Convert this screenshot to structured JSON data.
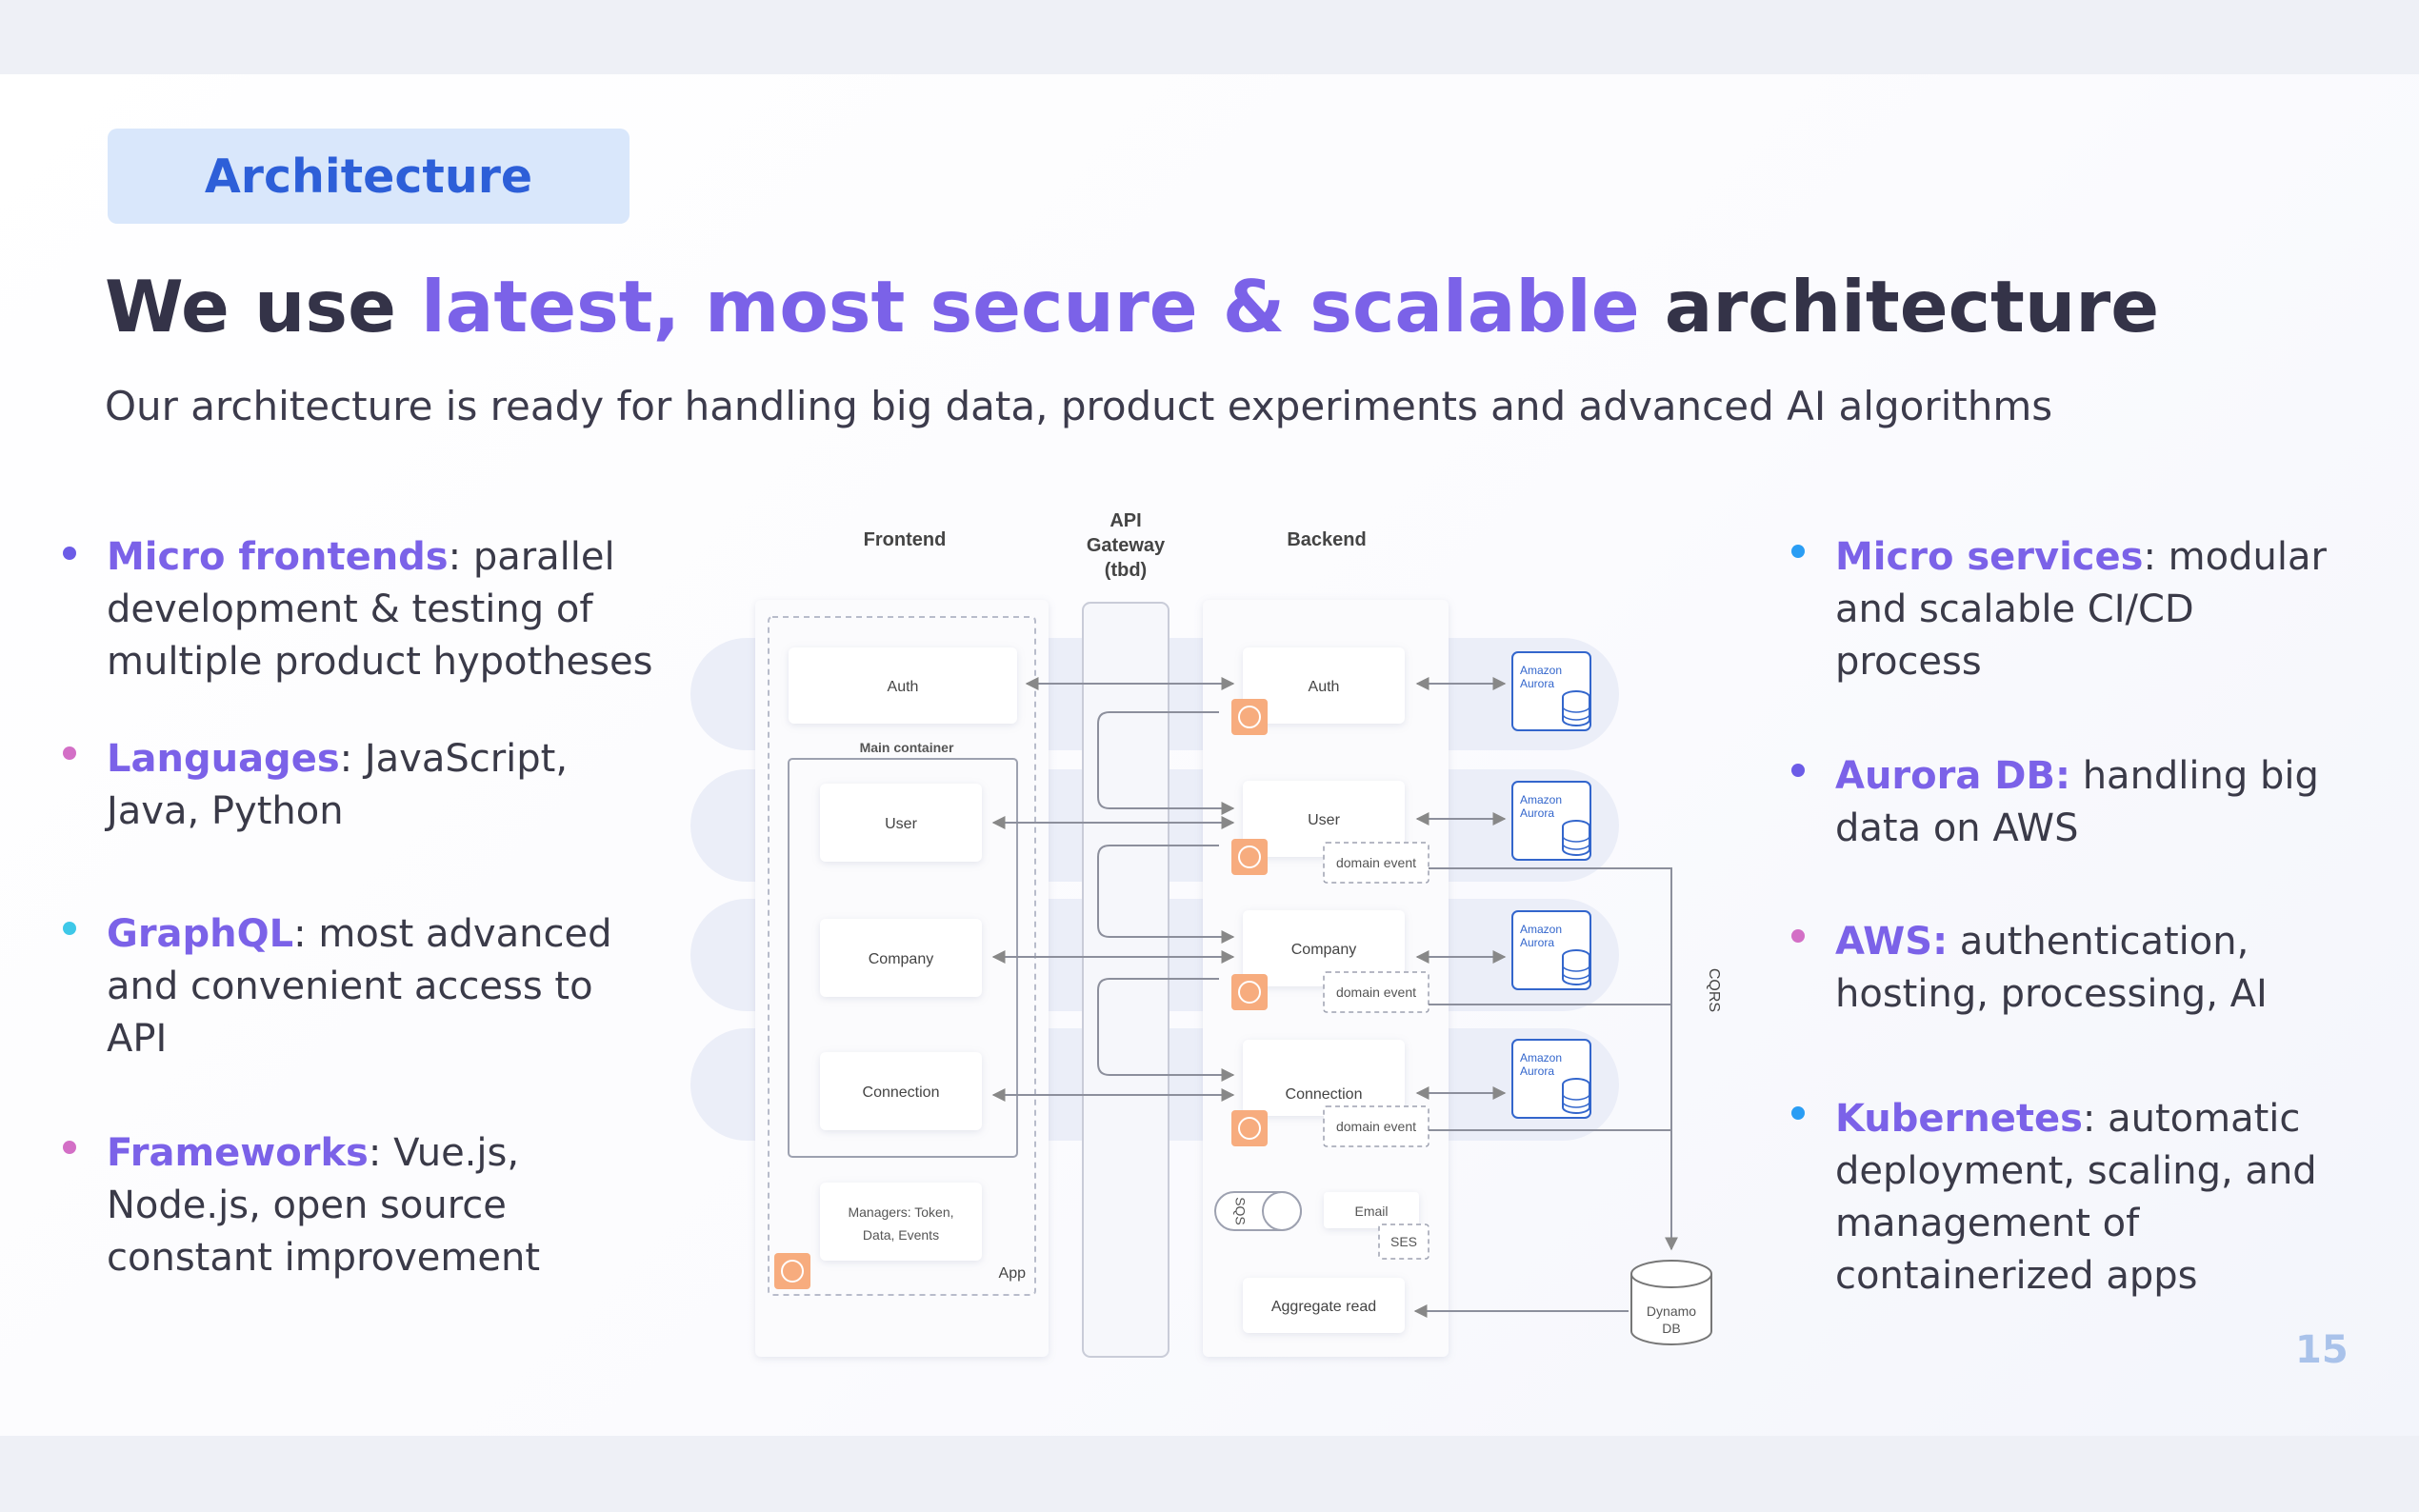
{
  "tag": "Architecture",
  "title": {
    "part1": "We use ",
    "highlight": "latest, most secure & scalable",
    "part2": " architecture"
  },
  "subtitle": "Our architecture is ready for handling big data, product experiments and advanced AI algorithms",
  "left_bullets": [
    {
      "keyword": "Micro frontends",
      "text": ": parallel development & testing of multiple product hypotheses",
      "dot_color": "#6c5ce7"
    },
    {
      "keyword": "Languages",
      "text": ": JavaScript, Java, Python",
      "dot_color": "#d36fc6"
    },
    {
      "keyword": "GraphQL",
      "text": ": most advanced and convenient access to API",
      "dot_color": "#3ec8e8"
    },
    {
      "keyword": "Frameworks",
      "text": ": Vue.js, Node.js, open source constant improvement",
      "dot_color": "#d36fc6"
    }
  ],
  "right_bullets": [
    {
      "keyword": "Micro services",
      "text": ": modular and scalable CI/CD process",
      "dot_color": "#2a9df4"
    },
    {
      "keyword": "Aurora DB:",
      "text": " handling big data on AWS",
      "dot_color": "#6c5ce7"
    },
    {
      "keyword": "AWS:",
      "text": " authentication, hosting, processing, AI",
      "dot_color": "#d36fc6"
    },
    {
      "keyword": "Kubernetes",
      "text": ": automatic deployment, scaling, and management of containerized apps",
      "dot_color": "#2a9df4"
    }
  ],
  "diagram": {
    "col_frontend": "Frontend",
    "col_api_1": "API",
    "col_api_2": "Gateway",
    "col_api_3": "(tbd)",
    "col_backend": "Backend",
    "fe_auth": "Auth",
    "main_container": "Main container",
    "fe_user": "User",
    "fe_company": "Company",
    "fe_connection": "Connection",
    "managers_1": "Managers: Token,",
    "managers_2": "Data, Events",
    "app_label": "App",
    "be_auth": "Auth",
    "be_user": "User",
    "be_company": "Company",
    "be_connection": "Connection",
    "domain_event": "domain event",
    "sqs": "SQS",
    "email": "Email",
    "ses": "SES",
    "aggregate": "Aggregate read",
    "aurora_1": "Amazon",
    "aurora_2": "Aurora",
    "dynamo_1": "Dynamo",
    "dynamo_2": "DB",
    "cqrs": "CQRS"
  },
  "page_number": "15",
  "colors": {
    "accent": "#7b62e8",
    "tag_bg": "#d9e7fb",
    "tag_text": "#2d5fd8",
    "title": "#343348"
  }
}
